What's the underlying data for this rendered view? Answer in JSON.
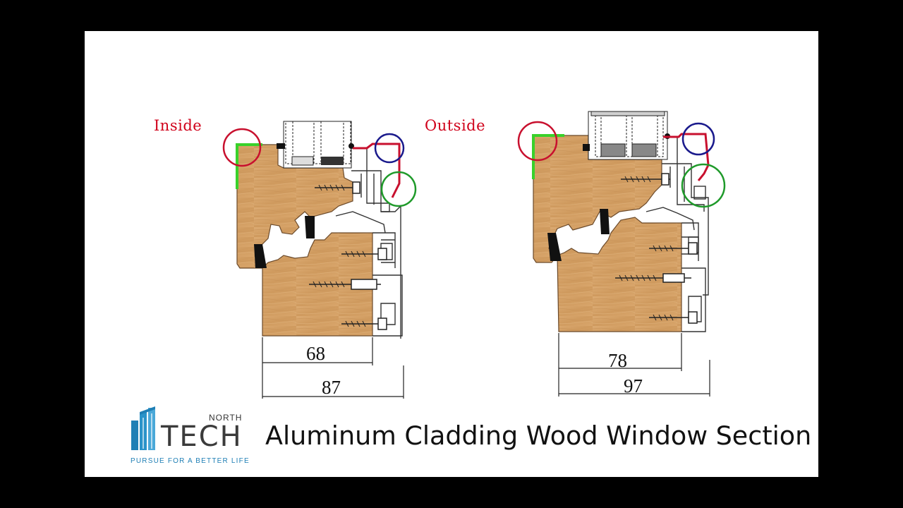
{
  "labels": {
    "inside": "Inside",
    "outside": "Outside"
  },
  "dimensions": {
    "left_inner": "68",
    "left_outer": "87",
    "right_inner": "78",
    "right_outer": "97"
  },
  "caption": "Aluminum Cladding Wood Window Section",
  "logo": {
    "north": "NORTH",
    "tech": "TECH",
    "tagline": "PURSUE FOR A BETTER LIFE"
  },
  "colors": {
    "frame_background": "#000000",
    "slide_background": "#ffffff",
    "label_red": "#d0021b",
    "highlight_green": "#39d12b",
    "highlight_red": "#c8102e",
    "circle_blue": "#1a1a8c",
    "circle_green": "#1f9a2a",
    "wood": "#d4a069",
    "logo_blue": "#1f7fb5"
  }
}
